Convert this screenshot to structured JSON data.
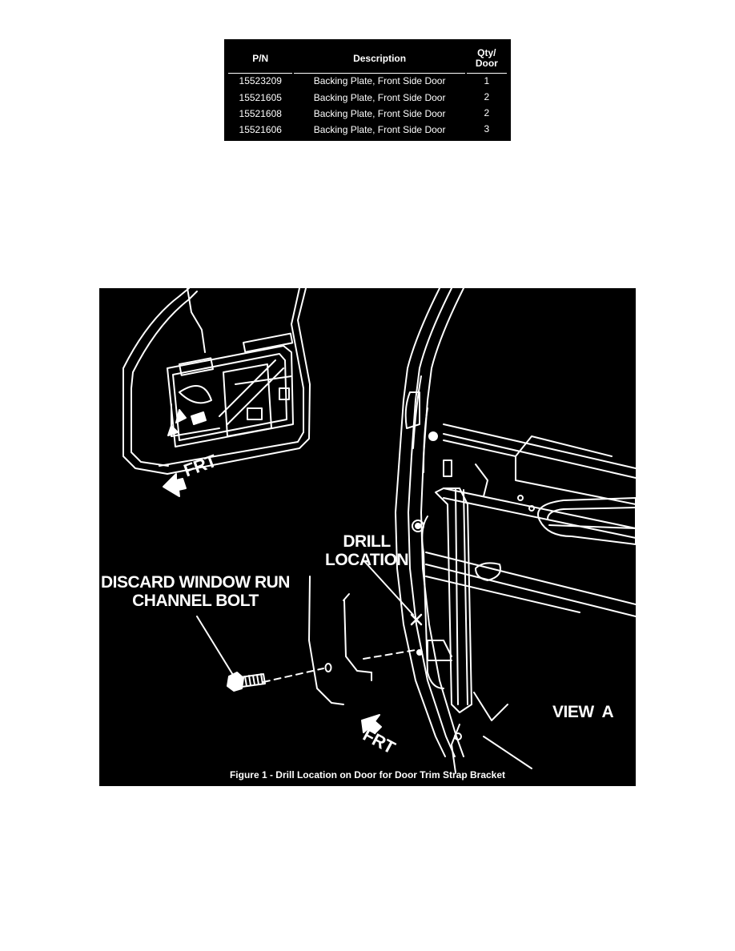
{
  "parts_table": {
    "headers": {
      "pn": "P/N",
      "description": "Description",
      "qty_line1": "Qty/",
      "qty_line2": "Door"
    },
    "rows": [
      {
        "pn": "15523209",
        "description": "Backing Plate, Front Side Door",
        "qty": "1"
      },
      {
        "pn": "15521605",
        "description": "Backing Plate, Front Side Door",
        "qty": "2"
      },
      {
        "pn": "15521608",
        "description": "Backing Plate, Front Side Door",
        "qty": "2"
      },
      {
        "pn": "15521606",
        "description": "Backing Plate, Front Side Door",
        "qty": "3"
      }
    ]
  },
  "figure": {
    "label_frt_top": "FRT",
    "label_frt_bottom": "FRT",
    "label_drill_line1": "DRILL",
    "label_drill_line2": "LOCATION",
    "label_discard_line1": "DISCARD WINDOW RUN",
    "label_discard_line2": "CHANNEL BOLT",
    "label_view": "VIEW  A",
    "caption": "Figure 1 - Drill Location on Door for Door Trim Strap Bracket"
  },
  "colors": {
    "background": "#ffffff",
    "figure_bg": "#000000",
    "line": "#ffffff"
  }
}
